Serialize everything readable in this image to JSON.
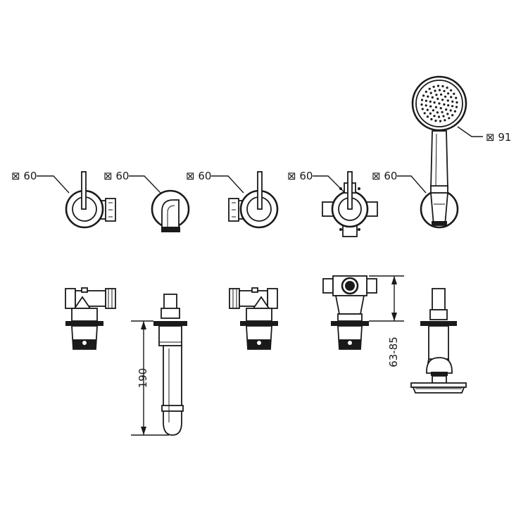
{
  "diameter_labels": [
    {
      "id": "d1",
      "text": "⊠ 60"
    },
    {
      "id": "d2",
      "text": "⊠ 60"
    },
    {
      "id": "d3",
      "text": "⊠ 60"
    },
    {
      "id": "d4",
      "text": "⊠ 60"
    },
    {
      "id": "d5",
      "text": "⊠ 60"
    },
    {
      "id": "d6",
      "text": "⊠ 91"
    }
  ],
  "dimensions": {
    "spout_length": "190",
    "diverter_range": "63-85"
  },
  "colors": {
    "line": "#1a1a1a",
    "background": "#ffffff"
  }
}
